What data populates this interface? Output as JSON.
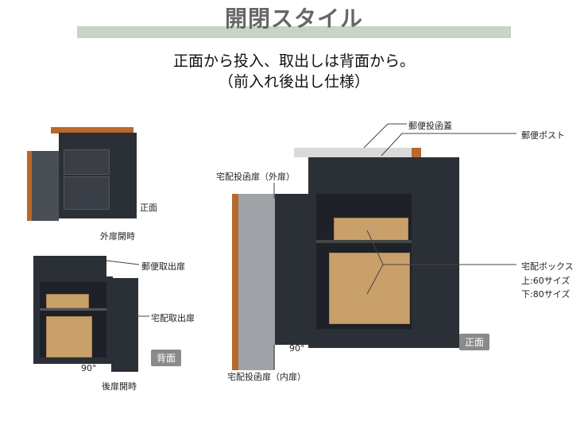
{
  "header": {
    "title": "開閉スタイル",
    "subtitle_line1": "正面から投入、取出しは背面から。",
    "subtitle_line2": "（前入れ後出し仕様）"
  },
  "top_left": {
    "label_front": "正面",
    "caption": "外扉開時"
  },
  "bottom_left": {
    "label_mail_door": "郵便取出扉",
    "label_parcel_door": "宅配取出扉",
    "badge": "背面",
    "angle": "90°",
    "caption": "後扉開時"
  },
  "main": {
    "label_mail_lid": "郵便投函蓋",
    "label_mailbox": "郵便ポスト",
    "label_outer_door": "宅配投函扉（外扉）",
    "label_inner_door": "宅配投函扉（内扉）",
    "label_parcel_box": "宅配ボックス",
    "size_upper": "上:60サイズ",
    "size_lower": "下:80サイズ",
    "angle": "90°",
    "badge": "正面"
  },
  "colors": {
    "band": "#c9d3c8",
    "cabinet": "#2b2f36",
    "wood": "#b8692c",
    "cardboard": "#c9a06a"
  }
}
